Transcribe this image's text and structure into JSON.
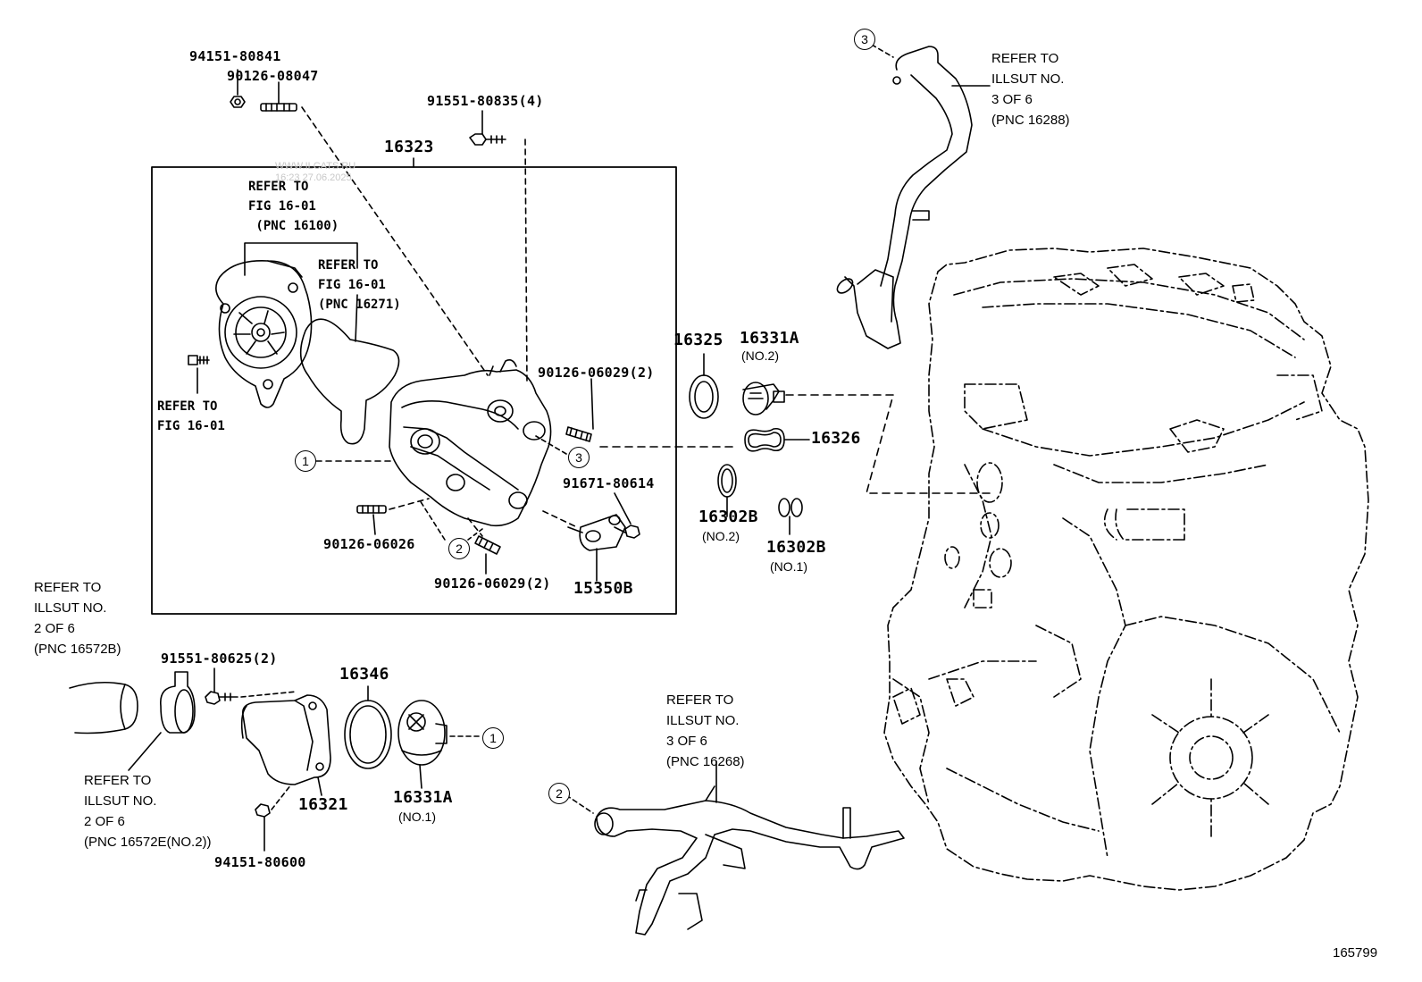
{
  "labels": {
    "p94151_80841": "94151-80841",
    "p90126_08047": "90126-08047",
    "p91551_80835": "91551-80835(4)",
    "p16323": "16323",
    "p90126_06029a": "90126-06029(2)",
    "p91671_80614": "91671-80614",
    "p90126_06026": "90126-06026",
    "p90126_06029b": "90126-06029(2)",
    "p15350B": "15350B",
    "p16325": "16325",
    "p16331A_top": "16331A",
    "p16331A_top_sub": "(NO.2)",
    "p16326": "16326",
    "p16302B_a": "16302B",
    "p16302B_a_sub": "(NO.2)",
    "p16302B_b": "16302B",
    "p16302B_b_sub": "(NO.1)",
    "p91551_80625": "91551-80625(2)",
    "p16346": "16346",
    "p16321": "16321",
    "p16331A_bot": "16331A",
    "p16331A_bot_sub": "(NO.1)",
    "p94151_80600": "94151-80600"
  },
  "references": {
    "fig_16100": "REFER TO\nFIG 16-01\n (PNC 16100)",
    "fig_16271": "REFER TO\nFIG 16-01\n(PNC 16271)",
    "fig_bolt": "REFER TO\nFIG 16-01",
    "illust_16288": "REFER TO\nILLSUT NO.\n3 OF 6\n(PNC 16288)",
    "illust_16572B": "REFER TO\nILLSUT NO.\n2 OF 6\n(PNC 16572B)",
    "illust_16572E": "REFER TO\nILLSUT NO.\n2 OF 6\n(PNC 16572E(NO.2))",
    "illust_16268": "REFER TO\nILLSUT NO.\n3 OF 6\n(PNC 16268)"
  },
  "callouts": {
    "c1": "1",
    "c2": "2",
    "c3": "3"
  },
  "watermark": "WWW.ILCATS.RU\n16:23 27.06.2025",
  "figure_number": "165799"
}
